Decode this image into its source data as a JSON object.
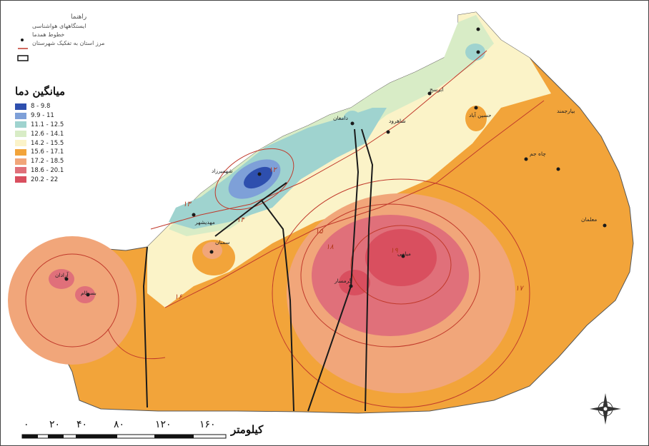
{
  "legend": {
    "title": "راهنما",
    "station_label": "ایستگاههای هواشناسی",
    "isotherm_label": "خطوط همدما",
    "boundary_label": "مرز استان به تفکیک شهرستان",
    "temperature_title": "میانگین دما",
    "classes": [
      {
        "label": "8 - 9.8",
        "color": "#2e4fae"
      },
      {
        "label": "9.9 - 11",
        "color": "#7ea0d8"
      },
      {
        "label": "11.1 - 12.5",
        "color": "#9fd3cf"
      },
      {
        "label": "12.6 - 14.1",
        "color": "#d8ecc6"
      },
      {
        "label": "14.2 - 15.5",
        "color": "#fbf3c8"
      },
      {
        "label": "15.6 - 17.1",
        "color": "#f2a43a"
      },
      {
        "label": "17.2 - 18.5",
        "color": "#f1a67a"
      },
      {
        "label": "18.6 - 20.1",
        "color": "#e0707a"
      },
      {
        "label": "20.2 - 22",
        "color": "#d94f5f"
      }
    ]
  },
  "scale_bar": {
    "labels": [
      "۰",
      "۲۰",
      "۴۰",
      "۸۰",
      "۱۲۰",
      "۱۶۰"
    ],
    "unit": "کیلومتر"
  },
  "places": [
    {
      "name": "شهمیرزاد"
    },
    {
      "name": "مهدیشهر"
    },
    {
      "name": "سمنان"
    },
    {
      "name": "دامغان"
    },
    {
      "name": "شاهرود"
    },
    {
      "name": "میامی"
    },
    {
      "name": "گرمسار"
    },
    {
      "name": "آرادان"
    },
    {
      "name": "بسطام"
    },
    {
      "name": "ابرسج"
    },
    {
      "name": "حسین آباد"
    },
    {
      "name": "بیارجمند"
    },
    {
      "name": "معلمان"
    },
    {
      "name": "چاه جم"
    }
  ],
  "isotherms": [
    "۱۴",
    "۱۵",
    "۱۶",
    "۱۷",
    "۱۸",
    "۱۹",
    "۱۲",
    "۱۳"
  ],
  "colors": {
    "boundary": "#1a1a1a",
    "isotherm": "#c0392b",
    "station": "#1a1a1a"
  },
  "compass": "compass-rose-icon"
}
